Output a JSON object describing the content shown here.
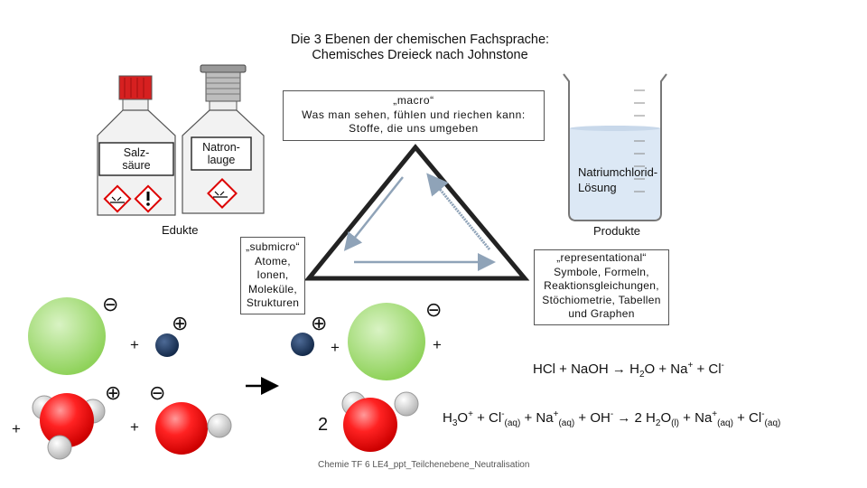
{
  "title": {
    "line1": "Die 3 Ebenen der chemischen Fachsprache:",
    "line2": "Chemisches Dreieck nach Johnstone"
  },
  "macro_box": {
    "line1": "„macro“",
    "line2": "Was man sehen, fühlen und riechen kann:",
    "line3": "Stoffe, die uns umgeben"
  },
  "submicro_box": {
    "line1": "„submicro“",
    "line2": "Atome,",
    "line3": "Ionen,",
    "line4": "Moleküle,",
    "line5": "Strukturen"
  },
  "representational_box": {
    "line1": "„representational“",
    "line2": "Symbole, Formeln,",
    "line3": "Reaktionsgleichungen,",
    "line4": "Stöchiometrie, Tabellen",
    "line5": "und Graphen"
  },
  "bottles": {
    "left_label_1": "Salz-",
    "left_label_2": "säure",
    "right_label_1": "Natron-",
    "right_label_2": "lauge"
  },
  "beaker_label": {
    "line1": "Natriumchlorid-",
    "line2": "Lösung"
  },
  "edukte": "Edukte",
  "produkte": "Produkte",
  "signs": {
    "plus": "+",
    "circled_plus": "⊕",
    "circled_minus": "⊖"
  },
  "coefficient": "2",
  "equation1": {
    "part1": "HCl + NaOH → H",
    "sub1": "2",
    "part2": "O + Na",
    "sup1": "+",
    "part3": " + Cl",
    "sup2": "-"
  },
  "equation2": {
    "p1": "H",
    "s1": "3",
    "p2": "O",
    "u1": "+",
    "p3": " + Cl",
    "u2": "-",
    "s2": "(aq)",
    "p4": " + Na",
    "u3": "+",
    "s3": "(aq)",
    "p5": " + OH",
    "u4": "-",
    "p6": " → 2 H",
    "s4": "2",
    "p7": "O",
    "s5": "(l)",
    "p8": " + Na",
    "u5": "+",
    "s6": "(aq)",
    "p9": " + Cl",
    "u6": "-",
    "s7": "(aq)"
  },
  "footer": "Chemie TF 6 LE4_ppt_Teilchenebene_Neutralisation",
  "colors": {
    "green_ion": "#9ed86a",
    "navy_ion": "#1f3558",
    "red_atom": "#f01818",
    "grey_atom": "#d8d8d8",
    "arrow_blue": "#8fa3b8",
    "cap_red": "#d62020",
    "liquid": "#dce8f5"
  }
}
